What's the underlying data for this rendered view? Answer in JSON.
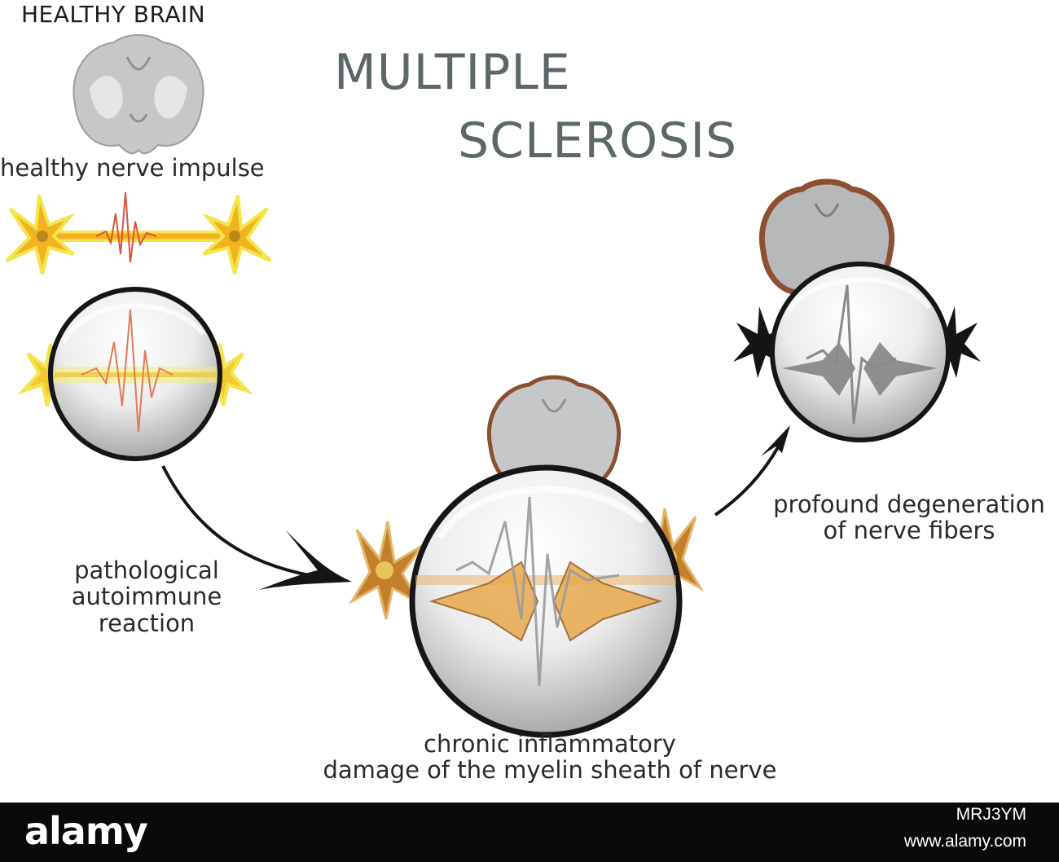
{
  "headings": {
    "healthy_brain": "HEALTHY BRAIN",
    "title_line1": "MULTIPLE",
    "title_line2": "SCLEROSIS"
  },
  "labels": {
    "healthy_impulse": "healthy nerve impulse",
    "pathological_line1": "pathological",
    "pathological_line2": "autoimmune",
    "pathological_line3": "reaction",
    "chronic_line1": "chronic inflammatory",
    "chronic_line2": "damage of the myelin sheath of nerve",
    "profound_line1": "profound degeneration",
    "profound_line2": "of nerve fibers"
  },
  "footer": {
    "logo": "alamy",
    "image_id": "MRJ3YM",
    "url": "www.alamy.com"
  },
  "colors": {
    "title": "#5b6769",
    "healthy_neuron": "#f2b322",
    "neuron_outline": "#f3e54a",
    "inflamed_neuron": "#c47f2a",
    "degenerated_neuron": "#111111",
    "brain_gray": "#c8c9ca",
    "brain_lesion": "#9a5128",
    "impulse": "#d8553a"
  },
  "icons": [
    "brain-icon",
    "neuron-icon",
    "magnifier-lens-icon",
    "arrow-icon"
  ]
}
